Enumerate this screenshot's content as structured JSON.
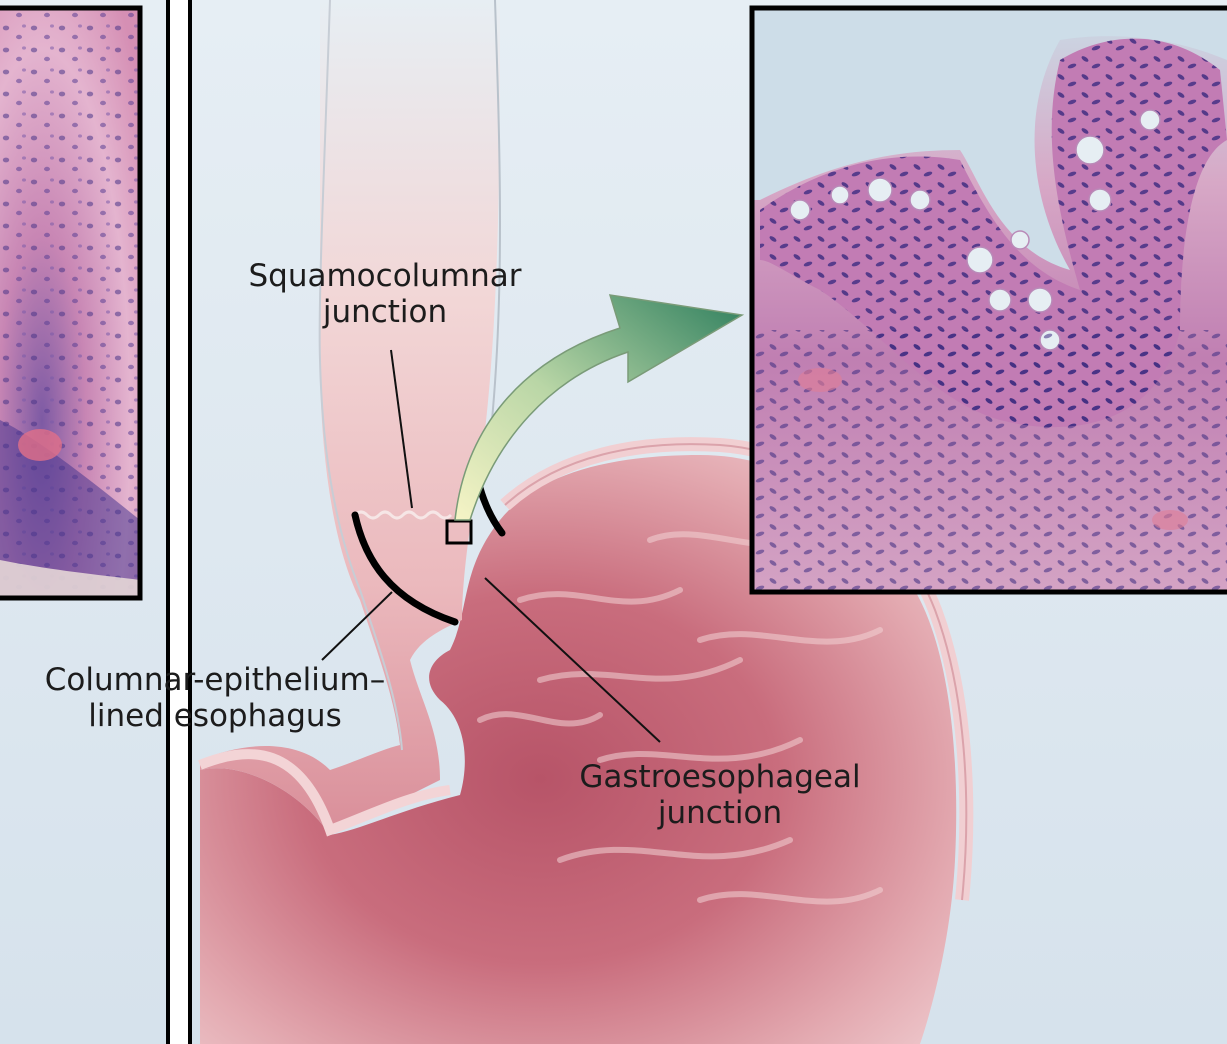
{
  "labels": {
    "squamocolumnar_junction": [
      "Squamocolumnar",
      "junction"
    ],
    "columnar_lined_esophagus": [
      "Columnar-epithelium–",
      "lined esophagus"
    ],
    "gastroesophageal_junction": [
      "Gastroesophageal",
      "junction"
    ]
  },
  "colors": {
    "background": "#dde8f0",
    "tissue": "#c9707e",
    "tissue_light": "#f0c8cc",
    "mucosa_edge": "#f6d7d6",
    "histology_pink": "#d99ab8",
    "nuclei": "#3a2a7e",
    "arrow_start": "#f4f2c0",
    "arrow_end": "#2f8060",
    "frame": "#000000"
  }
}
